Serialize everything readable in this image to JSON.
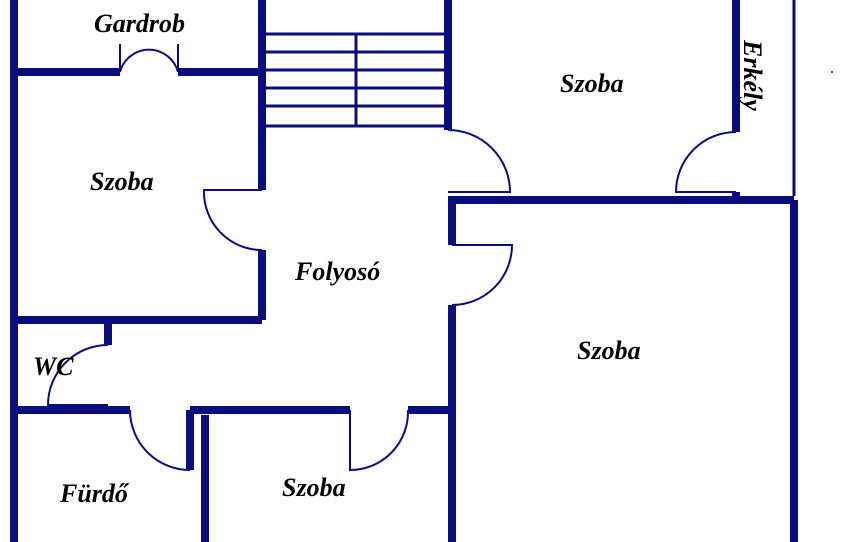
{
  "rooms": {
    "gardrob": "Gardrob",
    "szoba_top_left": "Szoba",
    "szoba_top_right": "Szoba",
    "erkely": "Erkély",
    "folyoso": "Folyosó",
    "wc": "WC",
    "szoba_right_large": "Szoba",
    "furdo": "Fürdő",
    "szoba_bottom": "Szoba"
  },
  "colors": {
    "wall": "#0b0d7d",
    "window": "#a9c6e8",
    "background": "#ffffff"
  }
}
